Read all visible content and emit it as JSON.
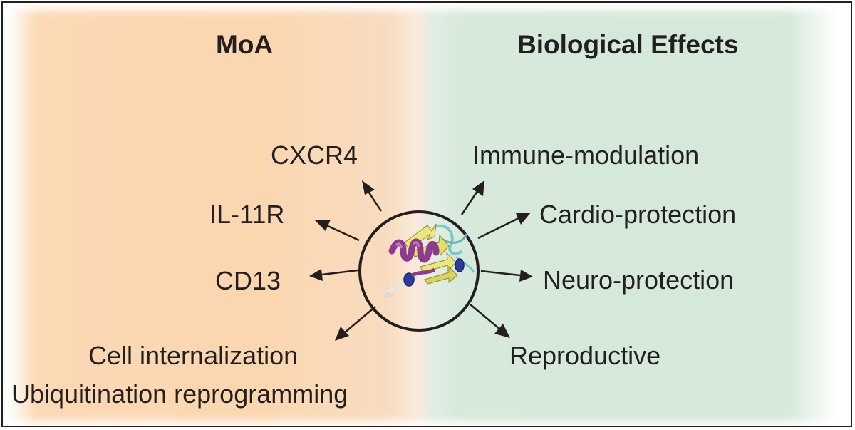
{
  "headings": {
    "left": "MoA",
    "right": "Biological Effects"
  },
  "mechanisms": {
    "cxcr4": "CXCR4",
    "il11r": "IL-11R",
    "cd13": "CD13",
    "internalization": "Cell internalization",
    "ubiquitination": "Ubiquitination reprogramming"
  },
  "effects": {
    "immune": "Immune-modulation",
    "cardio": "Cardio-protection",
    "neuro": "Neuro-protection",
    "reproductive": "Reproductive"
  },
  "colors": {
    "moa_background": "#fbd8b3",
    "effects_background": "#d5e9da",
    "ink": "#231f20",
    "helix": "#8e3a8e",
    "sheet": "#ece77a",
    "loop": "#7cc6cf",
    "turn": "#2d3b9c"
  },
  "icons": {
    "center": "protein-structure-icon"
  }
}
